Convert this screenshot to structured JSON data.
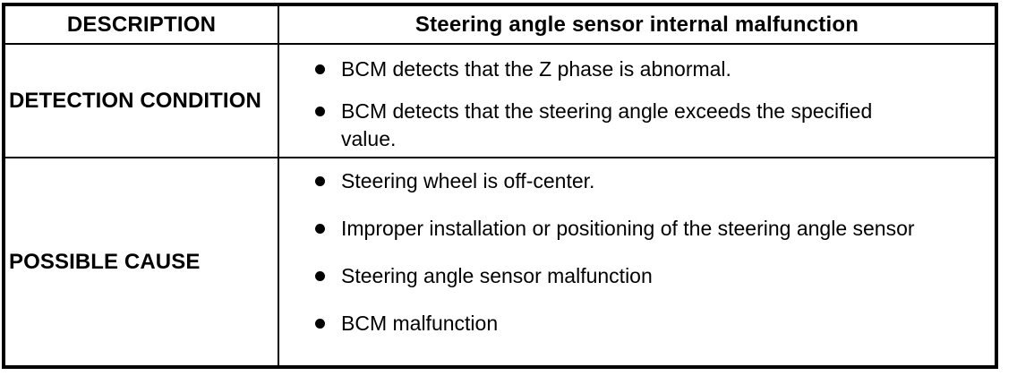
{
  "colors": {
    "border": "#000000",
    "background": "#ffffff",
    "text": "#000000"
  },
  "table": {
    "header": {
      "col1": "DESCRIPTION",
      "col2": "Steering angle sensor internal malfunction"
    },
    "rows": [
      {
        "label": "DETECTION CONDITION",
        "bullets": [
          "BCM detects that the Z phase is abnormal.",
          "BCM detects that the steering angle exceeds the specified value."
        ]
      },
      {
        "label": "POSSIBLE CAUSE",
        "bullets": [
          "Steering wheel is off-center.",
          "Improper installation or positioning of the steering angle sensor",
          "Steering angle sensor malfunction",
          "BCM malfunction"
        ]
      }
    ]
  }
}
